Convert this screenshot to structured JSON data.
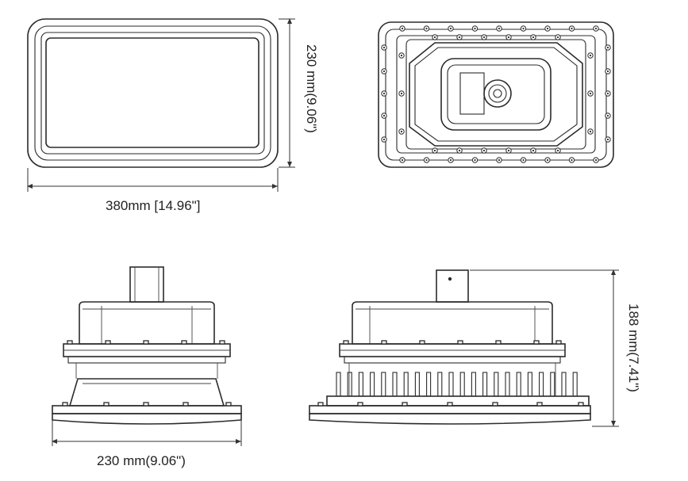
{
  "dimensions": {
    "width_label": "380mm [14.96\"]",
    "height_label": "230 mm(9.06\")",
    "depth_label": "230 mm(9.06\")",
    "total_height_label": "188 mm(7.41\")"
  },
  "colors": {
    "line": "#2b2b2b",
    "background": "#ffffff"
  }
}
